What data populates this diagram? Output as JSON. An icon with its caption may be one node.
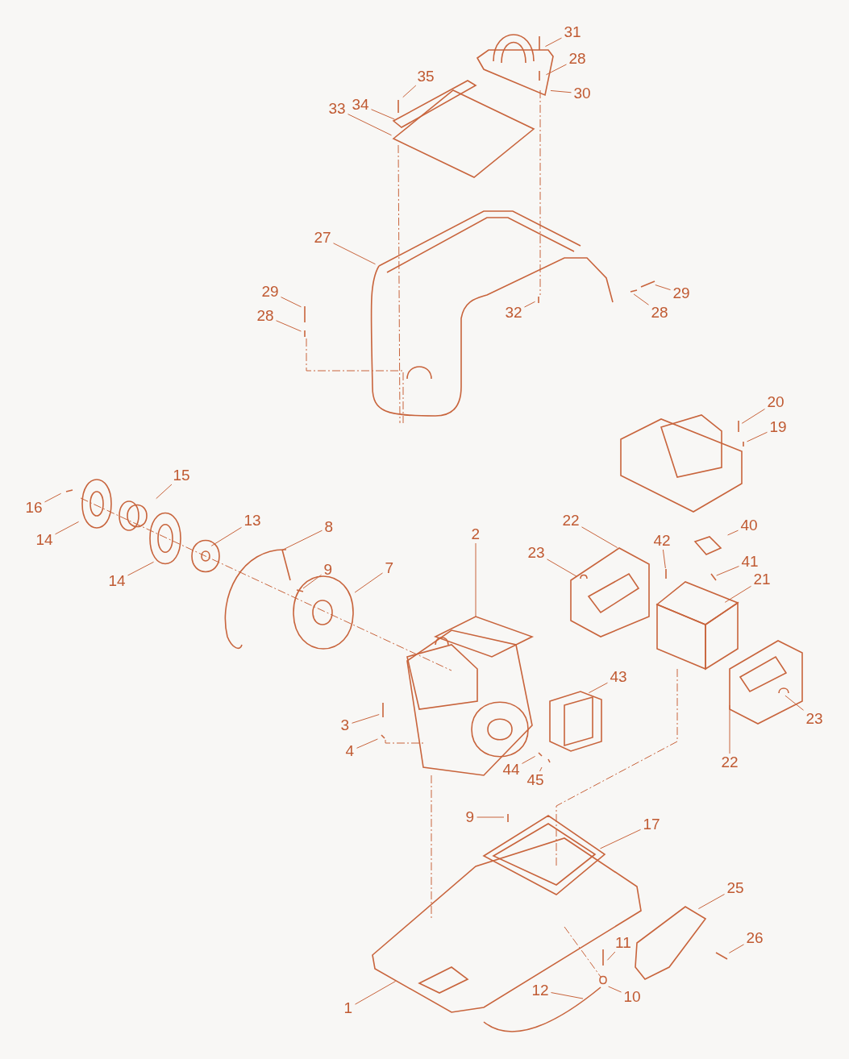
{
  "diagram": {
    "nodes": [
      {
        "text": [
          "31"
        ]
      },
      {
        "text": [
          "28"
        ]
      },
      {
        "text": [
          "35"
        ]
      },
      {
        "text": [
          "30"
        ]
      },
      {
        "text": [
          "34"
        ]
      },
      {
        "text": [
          "33"
        ]
      },
      {
        "text": [
          "27"
        ]
      },
      {
        "text": [
          "29"
        ]
      },
      {
        "text": [
          "29"
        ]
      },
      {
        "text": [
          "28"
        ]
      },
      {
        "text": [
          "32"
        ]
      },
      {
        "text": [
          "28"
        ]
      },
      {
        "text": [
          "20"
        ]
      },
      {
        "text": [
          "19"
        ]
      },
      {
        "text": [
          "15"
        ]
      },
      {
        "text": [
          "16"
        ]
      },
      {
        "text": [
          "13"
        ]
      },
      {
        "text": [
          "22"
        ]
      },
      {
        "text": [
          "8"
        ]
      },
      {
        "text": [
          "2"
        ]
      },
      {
        "text": [
          "40"
        ]
      },
      {
        "text": [
          "14"
        ]
      },
      {
        "text": [
          "23"
        ]
      },
      {
        "text": [
          "42"
        ]
      },
      {
        "text": [
          "41"
        ]
      },
      {
        "text": [
          "9"
        ]
      },
      {
        "text": [
          "7"
        ]
      },
      {
        "text": [
          "14"
        ]
      },
      {
        "text": [
          "21"
        ]
      },
      {
        "text": [
          "43"
        ]
      },
      {
        "text": [
          "3"
        ]
      },
      {
        "text": [
          "23"
        ]
      },
      {
        "text": [
          "4"
        ]
      },
      {
        "text": [
          "22"
        ]
      },
      {
        "text": [
          "44"
        ]
      },
      {
        "text": [
          "45"
        ]
      },
      {
        "text": [
          "9"
        ]
      },
      {
        "text": [
          "17"
        ]
      },
      {
        "text": [
          "25"
        ]
      },
      {
        "text": [
          "26"
        ]
      },
      {
        "text": [
          "11"
        ]
      },
      {
        "text": [
          "12"
        ]
      },
      {
        "text": [
          "10"
        ]
      },
      {
        "text": [
          "1"
        ]
      }
    ],
    "edges": [
      {
        "from": 0,
        "to": null,
        "arrow": "none"
      },
      {
        "from": 1,
        "to": null,
        "arrow": "none"
      },
      {
        "from": 2,
        "to": null,
        "arrow": "none"
      },
      {
        "from": 3,
        "to": null,
        "arrow": "none"
      },
      {
        "from": 4,
        "to": null,
        "arrow": "none"
      },
      {
        "from": 5,
        "to": null,
        "arrow": "none"
      },
      {
        "from": 6,
        "to": null,
        "arrow": "none"
      },
      {
        "from": 7,
        "to": null,
        "arrow": "none"
      },
      {
        "from": 8,
        "to": null,
        "arrow": "none"
      },
      {
        "from": 9,
        "to": null,
        "arrow": "none"
      },
      {
        "from": 10,
        "to": null,
        "arrow": "none"
      },
      {
        "from": 11,
        "to": null,
        "arrow": "none"
      },
      {
        "from": 12,
        "to": null,
        "arrow": "none"
      },
      {
        "from": 13,
        "to": null,
        "arrow": "none"
      },
      {
        "from": 14,
        "to": null,
        "arrow": "none"
      },
      {
        "from": 15,
        "to": null,
        "arrow": "none"
      },
      {
        "from": 16,
        "to": null,
        "arrow": "none"
      },
      {
        "from": 17,
        "to": null,
        "arrow": "none"
      },
      {
        "from": 18,
        "to": null,
        "arrow": "none"
      },
      {
        "from": 19,
        "to": null,
        "arrow": "none"
      },
      {
        "from": 20,
        "to": null,
        "arrow": "none"
      },
      {
        "from": 21,
        "to": null,
        "arrow": "none"
      },
      {
        "from": 22,
        "to": null,
        "arrow": "none"
      },
      {
        "from": 23,
        "to": null,
        "arrow": "none"
      },
      {
        "from": 24,
        "to": null,
        "arrow": "none"
      },
      {
        "from": 25,
        "to": null,
        "arrow": "none"
      },
      {
        "from": 26,
        "to": null,
        "arrow": "none"
      },
      {
        "from": 27,
        "to": null,
        "arrow": "none"
      },
      {
        "from": 28,
        "to": null,
        "arrow": "none"
      },
      {
        "from": 29,
        "to": null,
        "arrow": "none"
      },
      {
        "from": 30,
        "to": null,
        "arrow": "none"
      },
      {
        "from": 31,
        "to": null,
        "arrow": "none"
      },
      {
        "from": 32,
        "to": null,
        "arrow": "none"
      },
      {
        "from": 33,
        "to": null,
        "arrow": "none"
      },
      {
        "from": 34,
        "to": null,
        "arrow": "none"
      },
      {
        "from": 35,
        "to": null,
        "arrow": "none"
      },
      {
        "from": 36,
        "to": null,
        "arrow": "none"
      },
      {
        "from": 37,
        "to": null,
        "arrow": "none"
      },
      {
        "from": 38,
        "to": null,
        "arrow": "none"
      },
      {
        "from": 39,
        "to": null,
        "arrow": "none"
      },
      {
        "from": 40,
        "to": null,
        "arrow": "none"
      },
      {
        "from": 41,
        "to": null,
        "arrow": "none"
      },
      {
        "from": 42,
        "to": null,
        "arrow": "none"
      },
      {
        "from": 43,
        "to": null,
        "arrow": "none"
      }
    ]
  }
}
